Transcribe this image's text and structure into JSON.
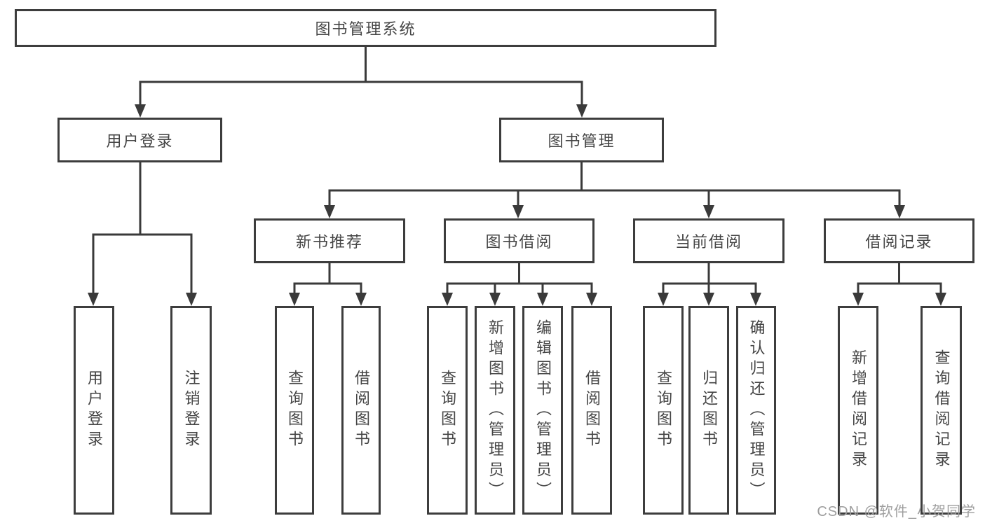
{
  "page": {
    "background": "#ffffff"
  },
  "colors": {
    "line": "#3a3a3a",
    "box_border": "#3d3d3d",
    "text": "#454545",
    "watermark": "#9e9e9e"
  },
  "watermark": {
    "text": "CSDN @软件_小贺同学"
  },
  "tree": {
    "label": "图书管理系统",
    "children": [
      {
        "label": "用户登录",
        "children": [
          {
            "label": "用户登录"
          },
          {
            "label": "注销登录"
          }
        ]
      },
      {
        "label": "图书管理",
        "children": [
          {
            "label": "新书推荐",
            "children": [
              {
                "label": "查询图书"
              },
              {
                "label": "借阅图书"
              }
            ]
          },
          {
            "label": "图书借阅",
            "children": [
              {
                "label": "查询图书"
              },
              {
                "label": "新增图书（管理员）"
              },
              {
                "label": "编辑图书（管理员）"
              },
              {
                "label": "借阅图书"
              }
            ]
          },
          {
            "label": "当前借阅",
            "children": [
              {
                "label": "查询图书"
              },
              {
                "label": "归还图书"
              },
              {
                "label": "确认归还（管理员）"
              }
            ]
          },
          {
            "label": "借阅记录",
            "children": [
              {
                "label": "新增借阅记录"
              },
              {
                "label": "查询借阅记录"
              }
            ]
          }
        ]
      }
    ]
  }
}
